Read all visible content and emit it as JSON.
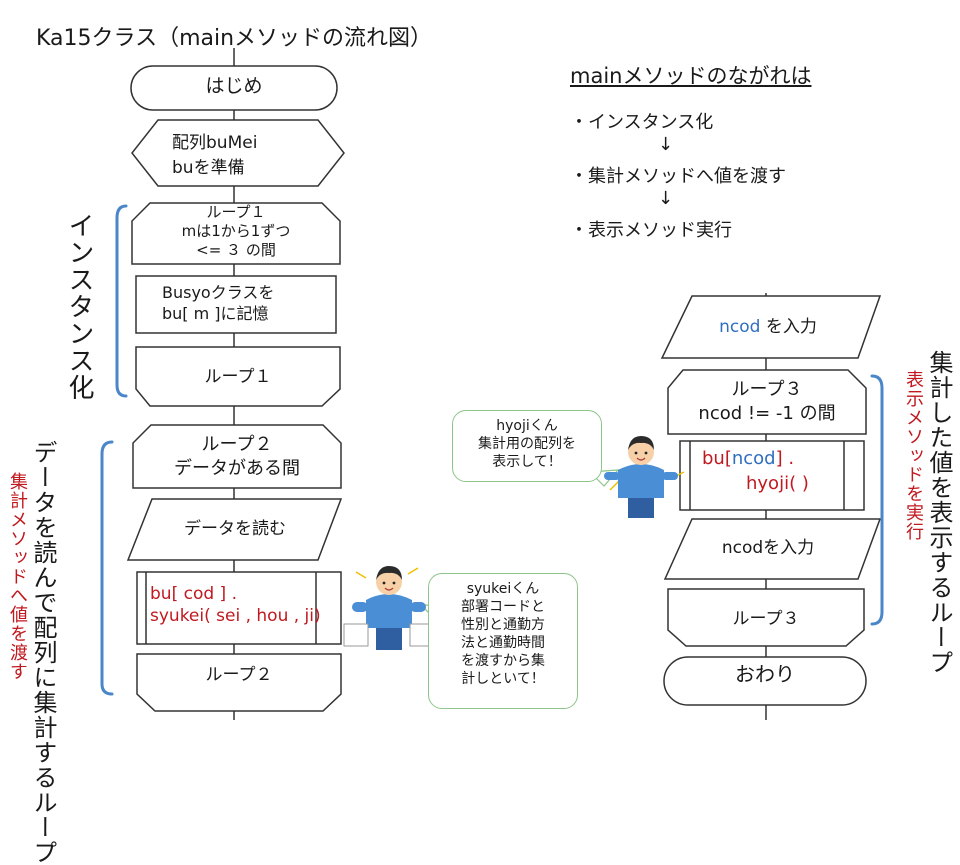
{
  "title": "Ka15クラス（mainメソッドの流れ図）",
  "summary": {
    "heading": "mainメソッドのながれは",
    "steps": [
      "・インスタンス化",
      "・集計メソッドへ値を渡す",
      "・表示メソッド実行"
    ],
    "arrow": "↓"
  },
  "left_flow": {
    "start": "はじめ",
    "prepare": {
      "line1": "配列buMei",
      "line2": "buを準備"
    },
    "loop1_begin": {
      "line1": "ループ１",
      "line2": "mは1から1ずつ",
      "line3": "<= ３ の間"
    },
    "busyo": {
      "line1": "Busyoクラスを",
      "line2": "bu[ m ]に記憶"
    },
    "loop1_end": "ループ１",
    "loop2_begin": {
      "line1": "ループ２",
      "line2": "データがある間"
    },
    "read": "データを読む",
    "syukei_call": {
      "line1": "bu[ cod ] .",
      "line2": "syukei( sei , hou , ji)"
    },
    "loop2_end": "ループ２"
  },
  "right_flow": {
    "input1": {
      "var": "ncod",
      "rest": " を入力"
    },
    "loop3_begin": {
      "line1": "ループ３",
      "line2": "ncod != -1 の間"
    },
    "hyoji_call": {
      "pre": "bu[",
      "var": "ncod",
      "post": "] .",
      "line2": "hyoji( )"
    },
    "input2": "ncodを入力",
    "loop3_end": "ループ３",
    "end": "おわり"
  },
  "annotations": {
    "instance": "インスタンス化",
    "loop2_black": "データを読んで配列に集計するループ",
    "loop2_red": "集計メソッドへ値を渡す",
    "loop3_black": "集計した値を表示するループ",
    "loop3_red": "表示メソッドを実行"
  },
  "bubbles": {
    "hyoji": "hyojiくん\n集計用の配列を\n表示して！",
    "syukei": "syukeiくん\n部署コードと\n性別と通勤方\n法と通勤時間\nを渡すから集\n計しといて！"
  },
  "colors": {
    "bracket": "#4a86c8",
    "code_red": "#c0191f",
    "code_blue": "#2f6fbf",
    "bubble_border": "#8dc58a",
    "person_shirt": "#4a8ed6"
  }
}
